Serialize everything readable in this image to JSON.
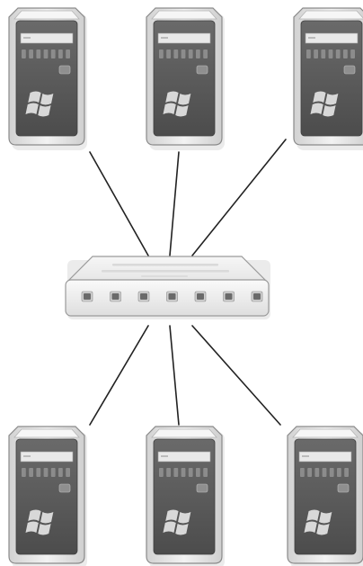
{
  "diagram": {
    "nodes": [
      {
        "id": "pc-top-left",
        "kind": "computer",
        "os_logo": "windows-logo"
      },
      {
        "id": "pc-top-center",
        "kind": "computer",
        "os_logo": "windows-logo"
      },
      {
        "id": "pc-top-right",
        "kind": "computer",
        "os_logo": "windows-logo"
      },
      {
        "id": "switch",
        "kind": "network-switch",
        "ports": 7
      },
      {
        "id": "pc-bottom-left",
        "kind": "computer",
        "os_logo": "windows-logo"
      },
      {
        "id": "pc-bottom-center",
        "kind": "computer",
        "os_logo": "windows-logo"
      },
      {
        "id": "pc-bottom-right",
        "kind": "computer",
        "os_logo": "windows-logo"
      }
    ],
    "edges": [
      {
        "from": "pc-top-left",
        "to": "switch"
      },
      {
        "from": "pc-top-center",
        "to": "switch"
      },
      {
        "from": "pc-top-right",
        "to": "switch"
      },
      {
        "from": "switch",
        "to": "pc-bottom-left"
      },
      {
        "from": "switch",
        "to": "pc-bottom-center"
      },
      {
        "from": "switch",
        "to": "pc-bottom-right"
      }
    ],
    "colors": {
      "tower_body": "#5a5a5a",
      "tower_bezel": "#e4e4e4",
      "tower_outline": "#8a8a8a",
      "switch_body": "#efefef",
      "switch_outline": "#9a9a9a",
      "port": "#6a6a6a",
      "link": "#222222"
    }
  }
}
